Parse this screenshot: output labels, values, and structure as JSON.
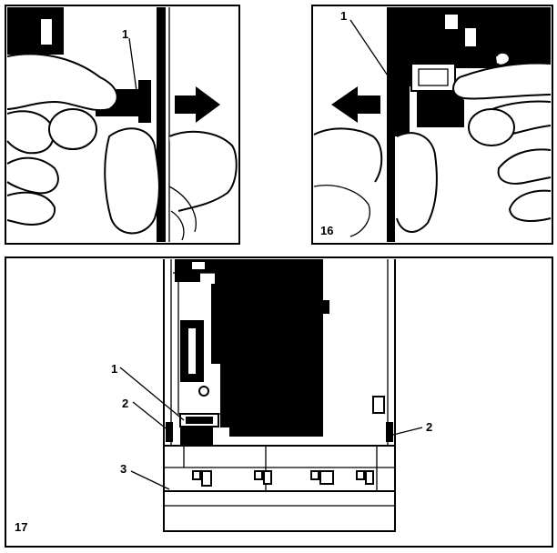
{
  "figures": {
    "fig_left": {
      "callout": "1"
    },
    "fig_right": {
      "callout": "1",
      "number": "16"
    },
    "fig_bottom": {
      "number": "17",
      "callouts": {
        "one": "1",
        "two_left": "2",
        "two_right": "2",
        "three": "3"
      }
    }
  }
}
